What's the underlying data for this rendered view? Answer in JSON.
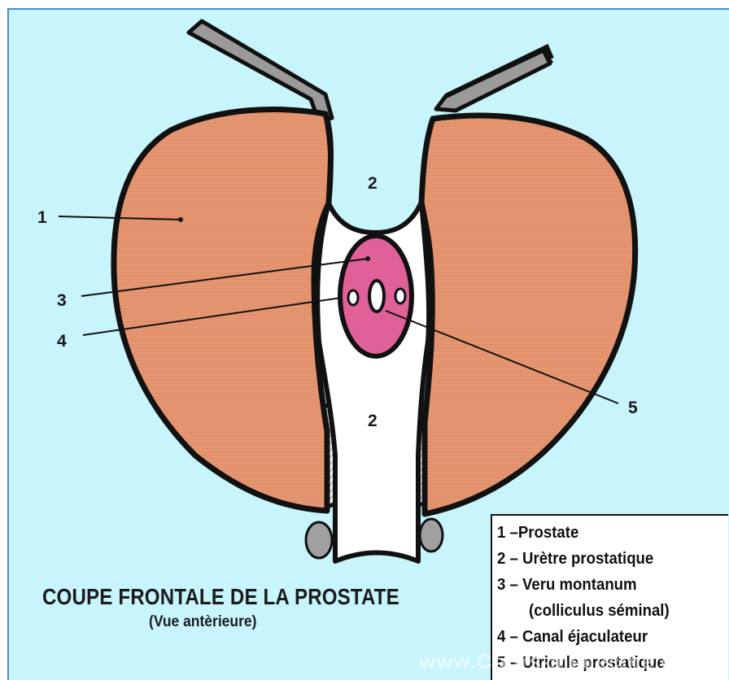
{
  "diagram": {
    "title": "COUPE FRONTALE DE LA PROSTATE",
    "subtitle": "(Vue antèrieure)",
    "callouts": {
      "c1": "1",
      "c2_top": "2",
      "c2_bottom": "2",
      "c3": "3",
      "c4": "4",
      "c5": "5"
    },
    "legend": [
      "1 –Prostate",
      "2 – Urètre prostatique",
      "3 – Veru montanum",
      "(colliculus séminal)",
      "4 – Canal éjaculateur",
      "5 – Utricule prostatique"
    ],
    "watermark": "www.Cours-medecine.com",
    "colors": {
      "background": "#c8f4fb",
      "prostate": "#e59670",
      "veru_montanum": "#e0609a",
      "urethra": "#ffffff",
      "outline": "#111111"
    }
  }
}
